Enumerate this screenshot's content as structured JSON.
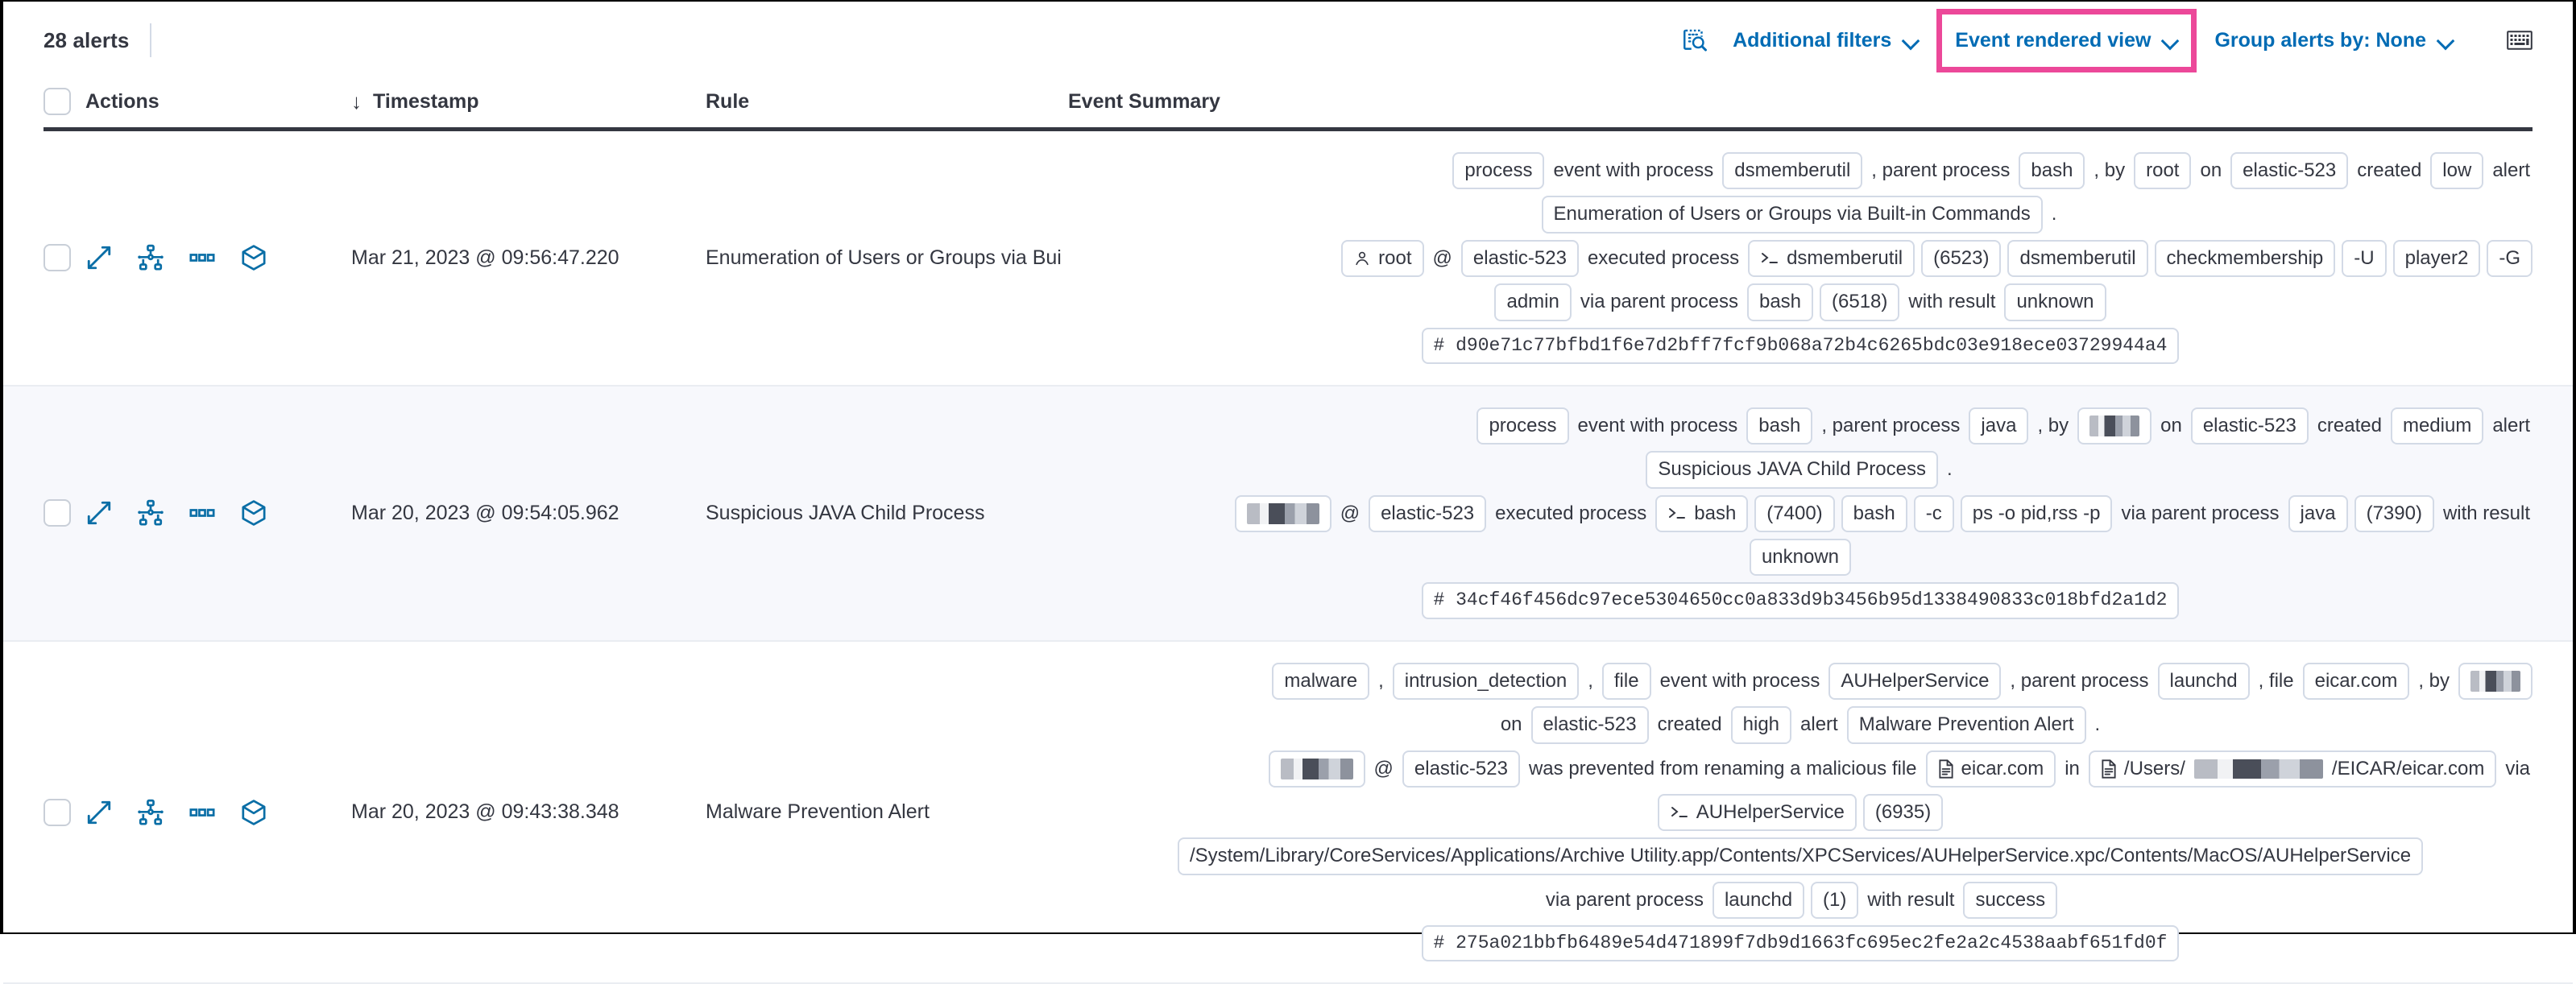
{
  "toolbar": {
    "alert_count": "28 alerts",
    "inspect_icon": "inspect-search-icon",
    "additional_filters": "Additional filters",
    "event_rendered_view": "Event rendered view",
    "group_alerts_by": "Group alerts by: None",
    "keyboard_icon": "keyboard-icon",
    "highlight_color": "#ec4899",
    "link_color": "#006bb4"
  },
  "table": {
    "headers": {
      "actions": "Actions",
      "timestamp": "Timestamp",
      "rule": "Rule",
      "event_summary": "Event Summary",
      "sort_arrow": "↓"
    },
    "row_actions": [
      "expand-icon",
      "analyzer-icon",
      "more-actions-icon",
      "session-view-icon"
    ],
    "rows": [
      {
        "timestamp": "Mar 21, 2023 @ 09:56:47.220",
        "rule": "Enumeration of Users or Groups via Bui",
        "summary": [
          {
            "align": "right",
            "parts": [
              {
                "t": "chip",
                "v": "process"
              },
              {
                "t": "txt",
                "v": "event with process"
              },
              {
                "t": "chip",
                "v": "dsmemberutil"
              },
              {
                "t": "txt",
                "v": ", parent process"
              },
              {
                "t": "chip",
                "v": "bash"
              },
              {
                "t": "txt",
                "v": ", by"
              },
              {
                "t": "chip",
                "v": "root"
              },
              {
                "t": "txt",
                "v": "on"
              },
              {
                "t": "chip",
                "v": "elastic-523"
              },
              {
                "t": "txt",
                "v": "created"
              },
              {
                "t": "chip",
                "v": "low"
              },
              {
                "t": "txt",
                "v": "alert"
              }
            ]
          },
          {
            "align": "center",
            "parts": [
              {
                "t": "chip",
                "v": "Enumeration of Users or Groups via Built-in Commands"
              },
              {
                "t": "txt",
                "v": "."
              }
            ]
          },
          {
            "align": "right",
            "parts": [
              {
                "t": "chip",
                "v": "root",
                "icon": "user-icon"
              },
              {
                "t": "txt",
                "v": "@"
              },
              {
                "t": "chip",
                "v": "elastic-523"
              },
              {
                "t": "txt",
                "v": "executed process"
              },
              {
                "t": "chip",
                "v": "dsmemberutil",
                "icon": "console-icon"
              },
              {
                "t": "chip",
                "v": "(6523)"
              },
              {
                "t": "chip",
                "v": "dsmemberutil"
              },
              {
                "t": "chip",
                "v": "checkmembership"
              },
              {
                "t": "chip",
                "v": "-U"
              },
              {
                "t": "chip",
                "v": "player2"
              },
              {
                "t": "chip",
                "v": "-G"
              }
            ]
          },
          {
            "align": "center",
            "parts": [
              {
                "t": "chip",
                "v": "admin"
              },
              {
                "t": "txt",
                "v": "via parent process"
              },
              {
                "t": "chip",
                "v": "bash"
              },
              {
                "t": "chip",
                "v": "(6518)"
              },
              {
                "t": "txt",
                "v": "with result"
              },
              {
                "t": "chip",
                "v": "unknown"
              }
            ]
          },
          {
            "align": "center",
            "parts": [
              {
                "t": "chip",
                "v": "#  d90e71c77bfbd1f6e7d2bff7fcf9b068a72b4c6265bdc03e918ece03729944a4",
                "mono": true
              }
            ]
          }
        ]
      },
      {
        "timestamp": "Mar 20, 2023 @ 09:54:05.962",
        "rule": "Suspicious JAVA Child Process",
        "summary": [
          {
            "align": "right",
            "parts": [
              {
                "t": "chip",
                "v": "process"
              },
              {
                "t": "txt",
                "v": "event with process"
              },
              {
                "t": "chip",
                "v": "bash"
              },
              {
                "t": "txt",
                "v": ", parent process"
              },
              {
                "t": "chip",
                "v": "java"
              },
              {
                "t": "txt",
                "v": ", by"
              },
              {
                "t": "chip",
                "redact": "w2"
              },
              {
                "t": "txt",
                "v": "on"
              },
              {
                "t": "chip",
                "v": "elastic-523"
              },
              {
                "t": "txt",
                "v": "created"
              },
              {
                "t": "chip",
                "v": "medium"
              },
              {
                "t": "txt",
                "v": "alert"
              }
            ]
          },
          {
            "align": "center",
            "parts": [
              {
                "t": "chip",
                "v": "Suspicious JAVA Child Process"
              },
              {
                "t": "txt",
                "v": "."
              }
            ]
          },
          {
            "align": "right",
            "parts": [
              {
                "t": "chip",
                "redact": "w3"
              },
              {
                "t": "txt",
                "v": "@"
              },
              {
                "t": "chip",
                "v": "elastic-523"
              },
              {
                "t": "txt",
                "v": "executed process"
              },
              {
                "t": "chip",
                "v": "bash",
                "icon": "console-icon"
              },
              {
                "t": "chip",
                "v": "(7400)"
              },
              {
                "t": "chip",
                "v": "bash"
              },
              {
                "t": "chip",
                "v": "-c"
              },
              {
                "t": "chip",
                "v": "ps -o pid,rss -p"
              },
              {
                "t": "txt",
                "v": "via parent process"
              },
              {
                "t": "chip",
                "v": "java"
              },
              {
                "t": "chip",
                "v": "(7390)"
              },
              {
                "t": "txt",
                "v": "with result"
              }
            ]
          },
          {
            "align": "center",
            "parts": [
              {
                "t": "chip",
                "v": "unknown"
              }
            ]
          },
          {
            "align": "center",
            "parts": [
              {
                "t": "chip",
                "v": "#  34cf46f456dc97ece5304650cc0a833d9b3456b95d1338490833c018bfd2a1d2",
                "mono": true
              }
            ]
          }
        ]
      },
      {
        "timestamp": "Mar 20, 2023 @ 09:43:38.348",
        "rule": "Malware Prevention Alert",
        "summary": [
          {
            "align": "right",
            "parts": [
              {
                "t": "chip",
                "v": "malware"
              },
              {
                "t": "txt",
                "v": ","
              },
              {
                "t": "chip",
                "v": "intrusion_detection"
              },
              {
                "t": "txt",
                "v": ","
              },
              {
                "t": "chip",
                "v": "file"
              },
              {
                "t": "txt",
                "v": "event with process"
              },
              {
                "t": "chip",
                "v": "AUHelperService"
              },
              {
                "t": "txt",
                "v": ", parent process"
              },
              {
                "t": "chip",
                "v": "launchd"
              },
              {
                "t": "txt",
                "v": ", file"
              },
              {
                "t": "chip",
                "v": "eicar.com"
              },
              {
                "t": "txt",
                "v": ", by"
              },
              {
                "t": "chip",
                "redact": "w2"
              }
            ]
          },
          {
            "align": "center",
            "parts": [
              {
                "t": "txt",
                "v": "on"
              },
              {
                "t": "chip",
                "v": "elastic-523"
              },
              {
                "t": "txt",
                "v": "created"
              },
              {
                "t": "chip",
                "v": "high"
              },
              {
                "t": "txt",
                "v": "alert"
              },
              {
                "t": "chip",
                "v": "Malware Prevention Alert"
              },
              {
                "t": "txt",
                "v": "."
              }
            ]
          },
          {
            "align": "right",
            "parts": [
              {
                "t": "chip",
                "redact": "w3"
              },
              {
                "t": "txt",
                "v": "@"
              },
              {
                "t": "chip",
                "v": "elastic-523"
              },
              {
                "t": "txt",
                "v": "was prevented from renaming a malicious file"
              },
              {
                "t": "chip",
                "v": "eicar.com",
                "icon": "file-icon"
              },
              {
                "t": "txt",
                "v": "in"
              },
              {
                "t": "chip_path",
                "pre": "/Users/",
                "post": "/EICAR/eicar.com",
                "icon": "file-icon"
              },
              {
                "t": "txt",
                "v": "via"
              }
            ]
          },
          {
            "align": "center",
            "parts": [
              {
                "t": "chip",
                "v": "AUHelperService",
                "icon": "console-icon"
              },
              {
                "t": "chip",
                "v": "(6935)"
              }
            ]
          },
          {
            "align": "center",
            "parts": [
              {
                "t": "chip",
                "v": "/System/Library/CoreServices/Applications/Archive Utility.app/Contents/XPCServices/AUHelperService.xpc/Contents/MacOS/AUHelperService"
              }
            ]
          },
          {
            "align": "center",
            "parts": [
              {
                "t": "txt",
                "v": "via parent process"
              },
              {
                "t": "chip",
                "v": "launchd"
              },
              {
                "t": "chip",
                "v": "(1)"
              },
              {
                "t": "txt",
                "v": "with result"
              },
              {
                "t": "chip",
                "v": "success"
              }
            ]
          },
          {
            "align": "center",
            "parts": [
              {
                "t": "chip",
                "v": "#  275a021bbfb6489e54d471899f7db9d1663fc695ec2fe2a2c4538aabf651fd0f",
                "mono": true
              }
            ]
          }
        ]
      }
    ]
  }
}
